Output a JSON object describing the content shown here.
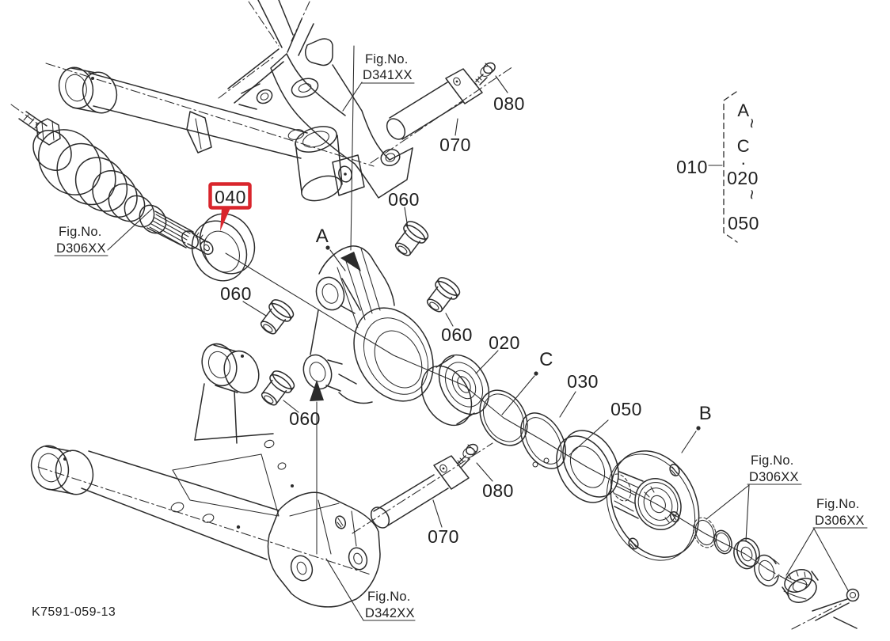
{
  "diagram": {
    "code": "K7591-059-13",
    "colors": {
      "line": "#2b2b2b",
      "highlight_red": "#d9252c",
      "background": "#ffffff"
    },
    "part_numbers": {
      "n010": "010",
      "n020": "020",
      "n030": "030",
      "n040": "040",
      "n050": "050",
      "n060": "060",
      "n070": "070",
      "n080": "080"
    },
    "view_letters": {
      "a": "A",
      "b": "B",
      "c": "C"
    },
    "legend_010": {
      "letter_from": "A",
      "tilde": "~",
      "letter_to": "C",
      "dot": "·",
      "part_from": "020",
      "part_to": "050"
    },
    "figure_references": {
      "top_frame": {
        "prefix": "Fig.No.",
        "code": "D341XX"
      },
      "left_axle": {
        "prefix": "Fig.No.",
        "code": "D306XX"
      },
      "hub_washers": {
        "prefix": "Fig.No.",
        "code": "D306XX"
      },
      "hub_nut_pin": {
        "prefix": "Fig.No.",
        "code": "D306XX"
      },
      "bottom_arm": {
        "prefix": "Fig.No.",
        "code": "D342XX"
      }
    }
  }
}
